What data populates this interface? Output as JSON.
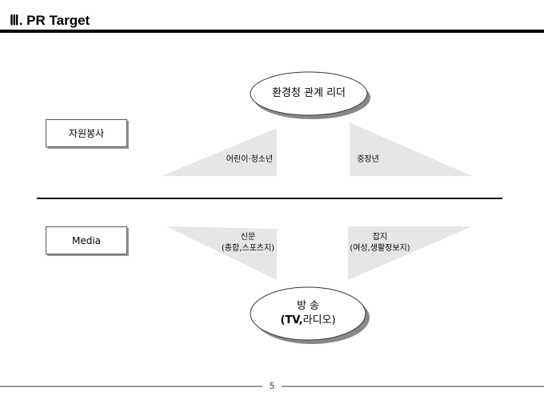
{
  "title": "Ⅲ. PR Target",
  "top_ellipse": "환경청 관계 리더",
  "volunteer_box": "자원봉사",
  "top_left_triangle": "어린이·청소년",
  "top_right_triangle": "중장년",
  "media_box": "Media",
  "bottom_left_triangle": {
    "line1": "신문",
    "line2": "(종합,스포츠지)"
  },
  "bottom_right_triangle": {
    "line1": "잡지",
    "line2": "(여성,생활정보지)"
  },
  "bottom_ellipse": {
    "line1": "방 송",
    "line2_bold": "(TV,",
    "line2_rest": "라디오)"
  },
  "page_number": "5",
  "colors": {
    "triangle_fill": "#e6e6e6",
    "rule": "#000000",
    "footer_rule": "#999999"
  }
}
